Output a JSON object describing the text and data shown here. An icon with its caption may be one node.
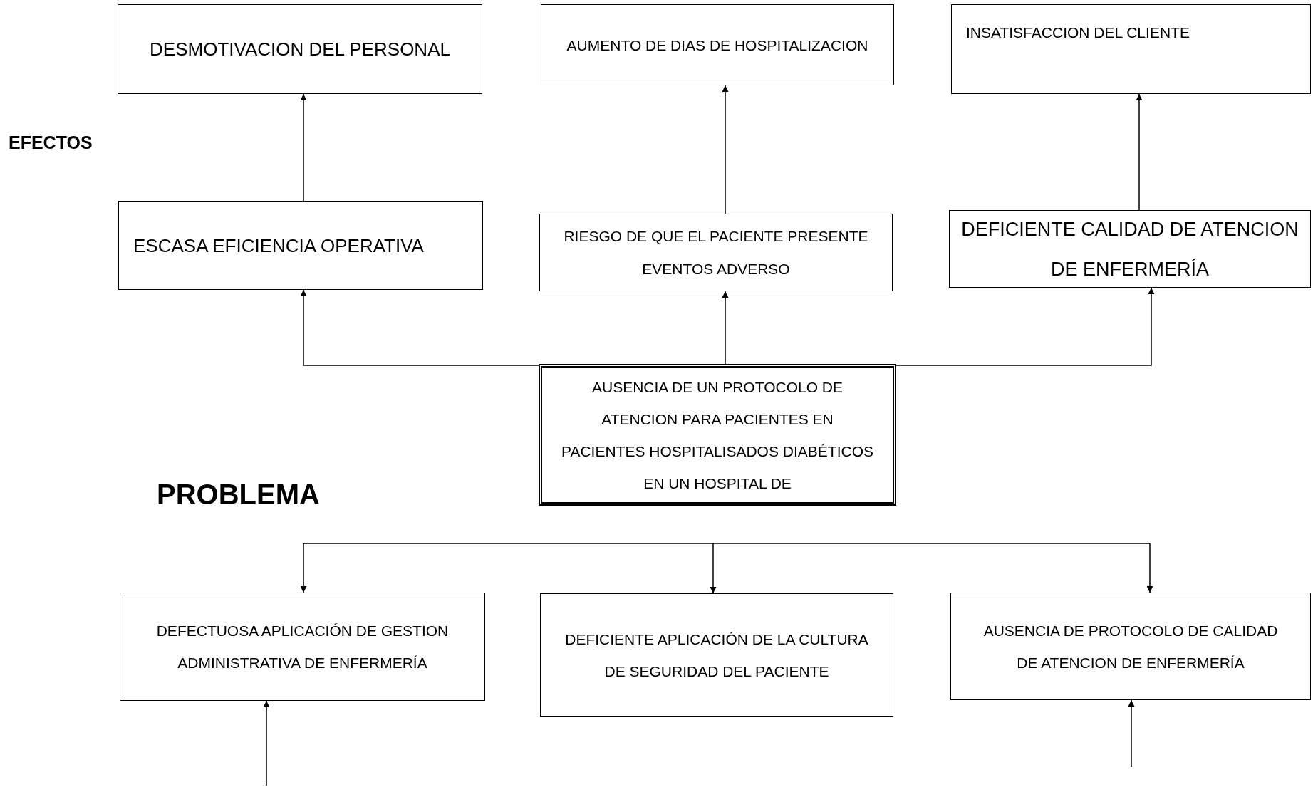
{
  "diagram": {
    "nodes": [
      {
        "text": [
          "DESMOTIVACION DEL PERSONAL"
        ]
      },
      {
        "text": [
          "AUMENTO DE DIAS DE HOSPITALIZACION"
        ]
      },
      {
        "text": [
          "INSATISFACCION DEL CLIENTE"
        ]
      },
      {
        "text": [
          "ESCASA EFICIENCIA OPERATIVA"
        ]
      },
      {
        "text": [
          "RIESGO DE QUE EL PACIENTE PRESENTE EVENTOS ADVERSO"
        ]
      },
      {
        "text": [
          "DEFICIENTE CALIDAD DE ATENCION DE ENFERMERÍA"
        ]
      },
      {
        "text": [
          "AUSENCIA DE UN PROTOCOLO DE ATENCION PARA PACIENTES EN PACIENTES HOSPITALISADOS DIABÉTICOS EN UN HOSPITAL DE"
        ]
      },
      {
        "text": [
          "DEFECTUOSA APLICACIÓN DE GESTION ADMINISTRATIVA DE ENFERMERÍA"
        ]
      },
      {
        "text": [
          "DEFICIENTE APLICACIÓN DE LA CULTURA DE SEGURIDAD DEL PACIENTE"
        ]
      },
      {
        "text": [
          "AUSENCIA DE PROTOCOLO DE CALIDAD DE ATENCION DE ENFERMERÍA"
        ]
      }
    ],
    "edges": [
      {
        "from": 3,
        "to": 0,
        "arrow": "to"
      },
      {
        "from": 4,
        "to": 1,
        "arrow": "to"
      },
      {
        "from": 5,
        "to": 2,
        "arrow": "to"
      },
      {
        "from": 6,
        "to": 3,
        "arrow": "to"
      },
      {
        "from": 6,
        "to": 4,
        "arrow": "to"
      },
      {
        "from": 6,
        "to": 5,
        "arrow": "to"
      },
      {
        "from": null,
        "to": 7,
        "arrow": "to"
      },
      {
        "from": null,
        "to": 8,
        "arrow": "to"
      },
      {
        "from": null,
        "to": 9,
        "arrow": "to"
      },
      {
        "from": null,
        "to": 7,
        "arrow": "to"
      },
      {
        "from": null,
        "to": 9,
        "arrow": "to"
      }
    ],
    "labels": [
      "EFECTOS",
      "PROBLEMA"
    ]
  }
}
